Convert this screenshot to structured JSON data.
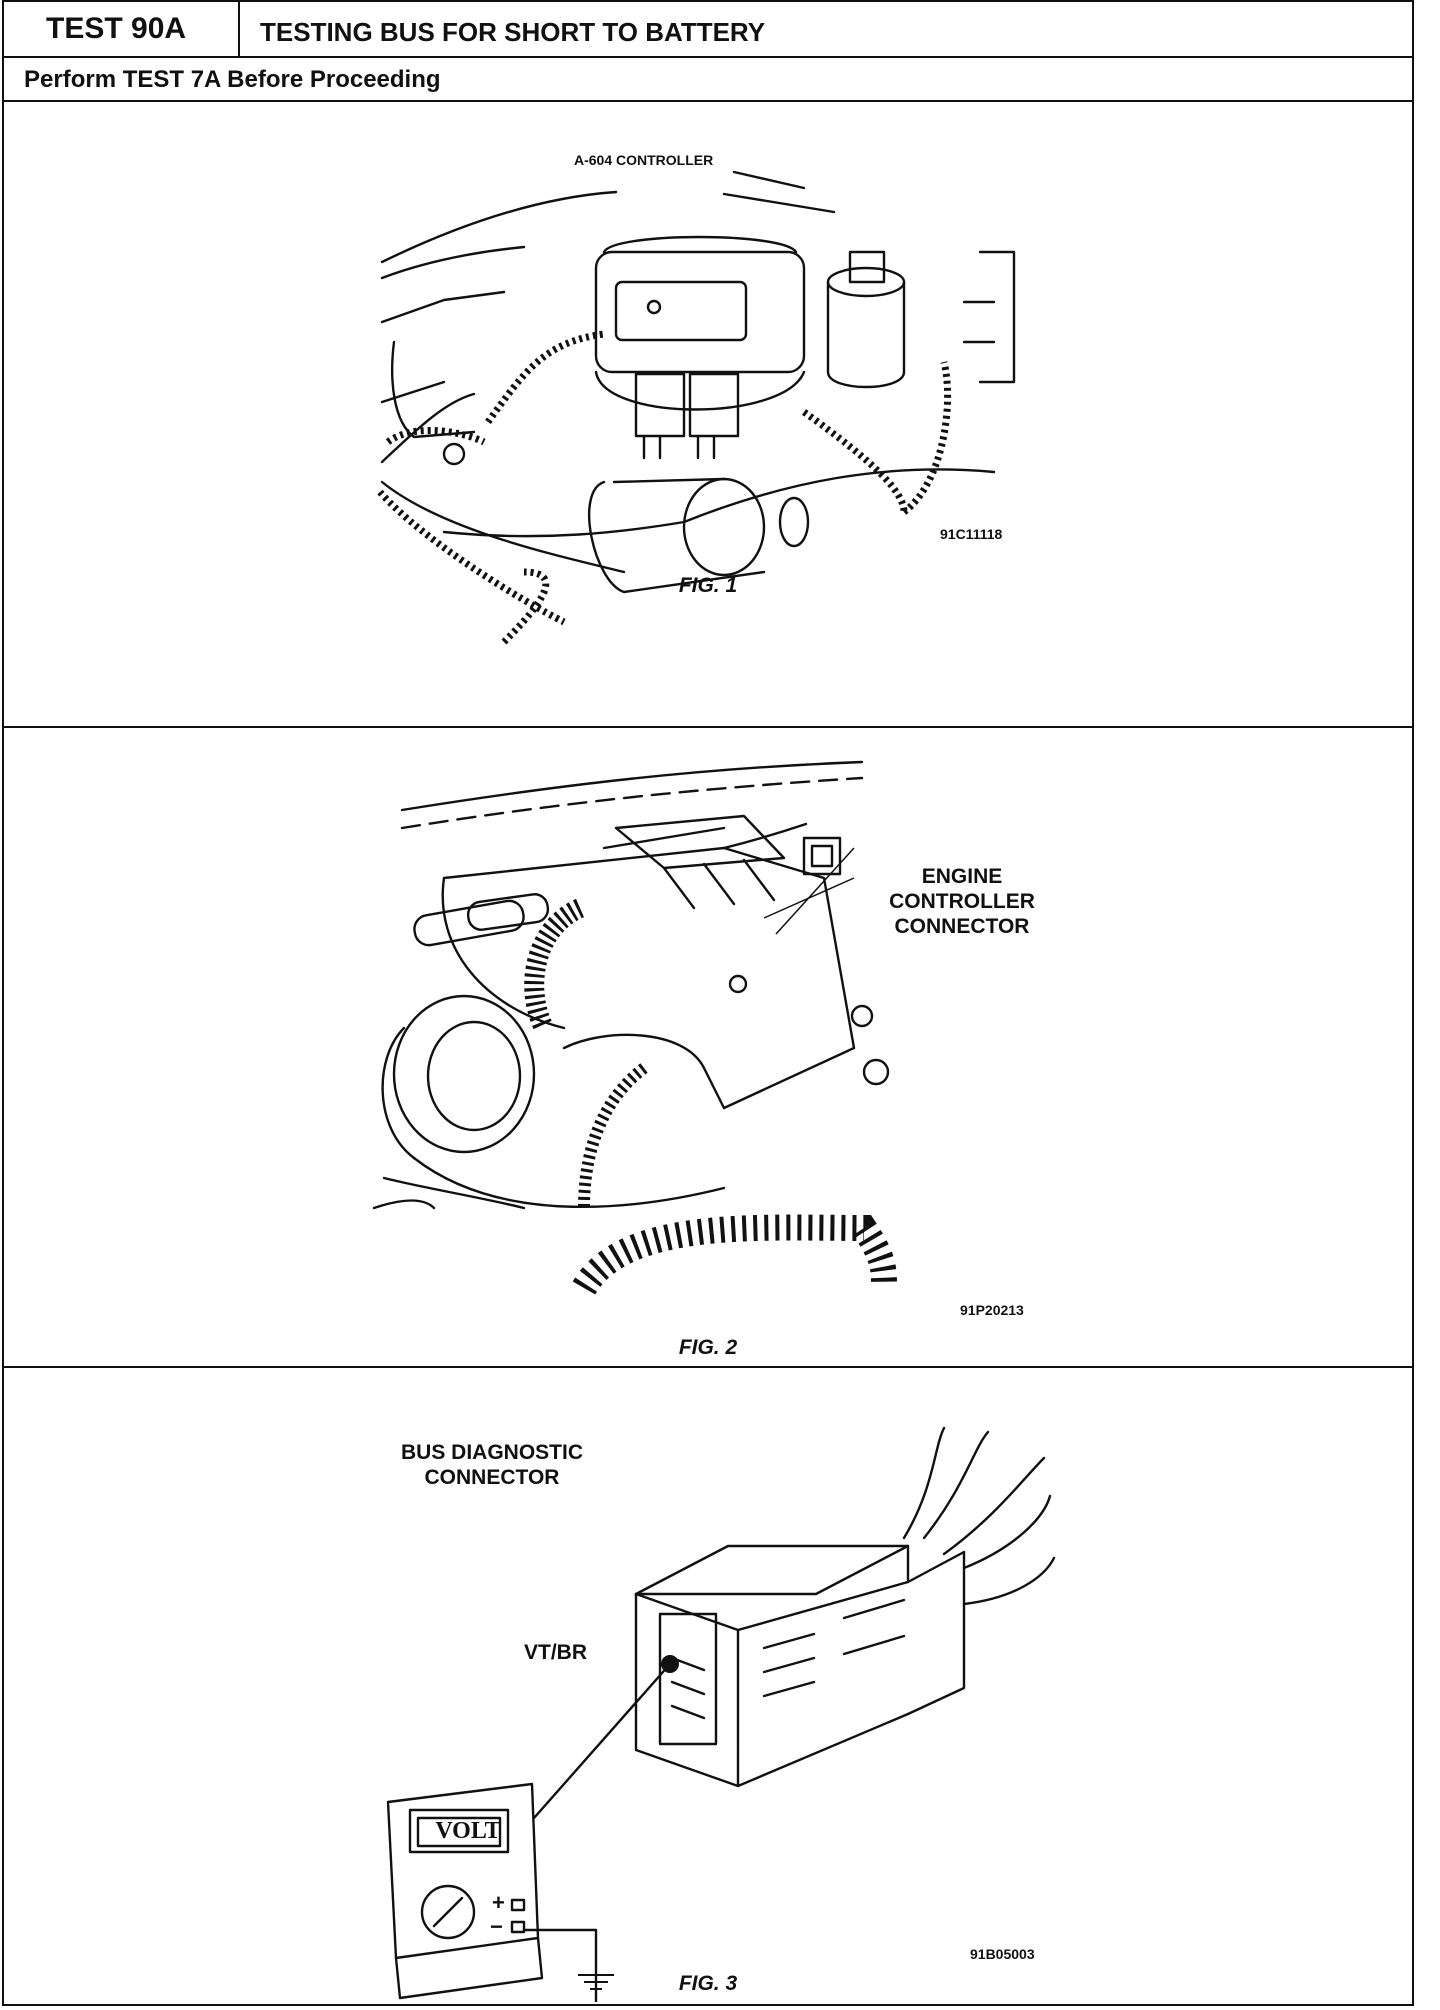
{
  "header": {
    "test_id": "TEST 90A",
    "title": "TESTING BUS FOR SHORT TO BATTERY",
    "subtitle": "Perform TEST 7A Before Proceeding"
  },
  "figures": [
    {
      "caption": "FIG. 1",
      "code": "91C11118",
      "label": "A-604 CONTROLLER"
    },
    {
      "caption": "FIG. 2",
      "code": "91P20213",
      "label_lines": [
        "ENGINE",
        "CONTROLLER",
        "CONNECTOR"
      ]
    },
    {
      "caption": "FIG. 3",
      "code": "91B05003",
      "label_lines": [
        "BUS DIAGNOSTIC",
        "CONNECTOR"
      ],
      "wire_label": "VT/BR",
      "meter_display": "VOLT",
      "plus": "+",
      "minus": "−"
    }
  ]
}
